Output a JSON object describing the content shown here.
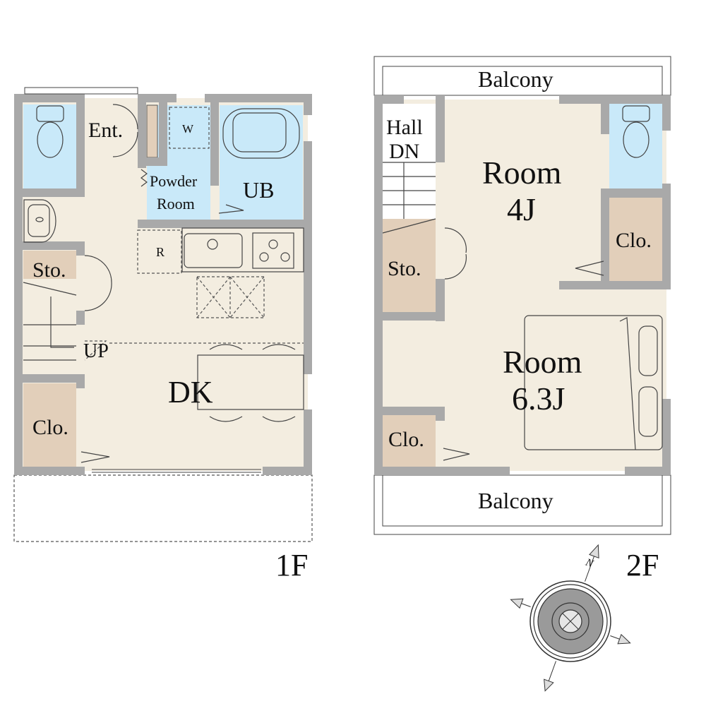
{
  "colors": {
    "wall": "#a9a9a9",
    "floor": "#f3ede0",
    "wet_area": "#c9e9f9",
    "storage": "#e2cfba"
  },
  "floor1": {
    "label": "1F",
    "rooms": {
      "entrance": "Ent.",
      "washer": "W",
      "powder_line1": "Powder",
      "powder_line2": "Room",
      "bath": "UB",
      "fridge": "R",
      "storage": "Sto.",
      "stairs": "UP",
      "dining_kitchen": "DK",
      "closet": "Clo."
    }
  },
  "floor2": {
    "label": "2F",
    "rooms": {
      "balcony_top": "Balcony",
      "hall_line1": "Hall",
      "hall_line2": "DN",
      "room_small_line1": "Room",
      "room_small_line2": "4J",
      "closet_right": "Clo.",
      "storage": "Sto.",
      "room_large_line1": "Room",
      "room_large_line2": "6.3J",
      "closet_left": "Clo.",
      "balcony_bottom": "Balcony"
    }
  },
  "compass": {
    "north": "N"
  }
}
